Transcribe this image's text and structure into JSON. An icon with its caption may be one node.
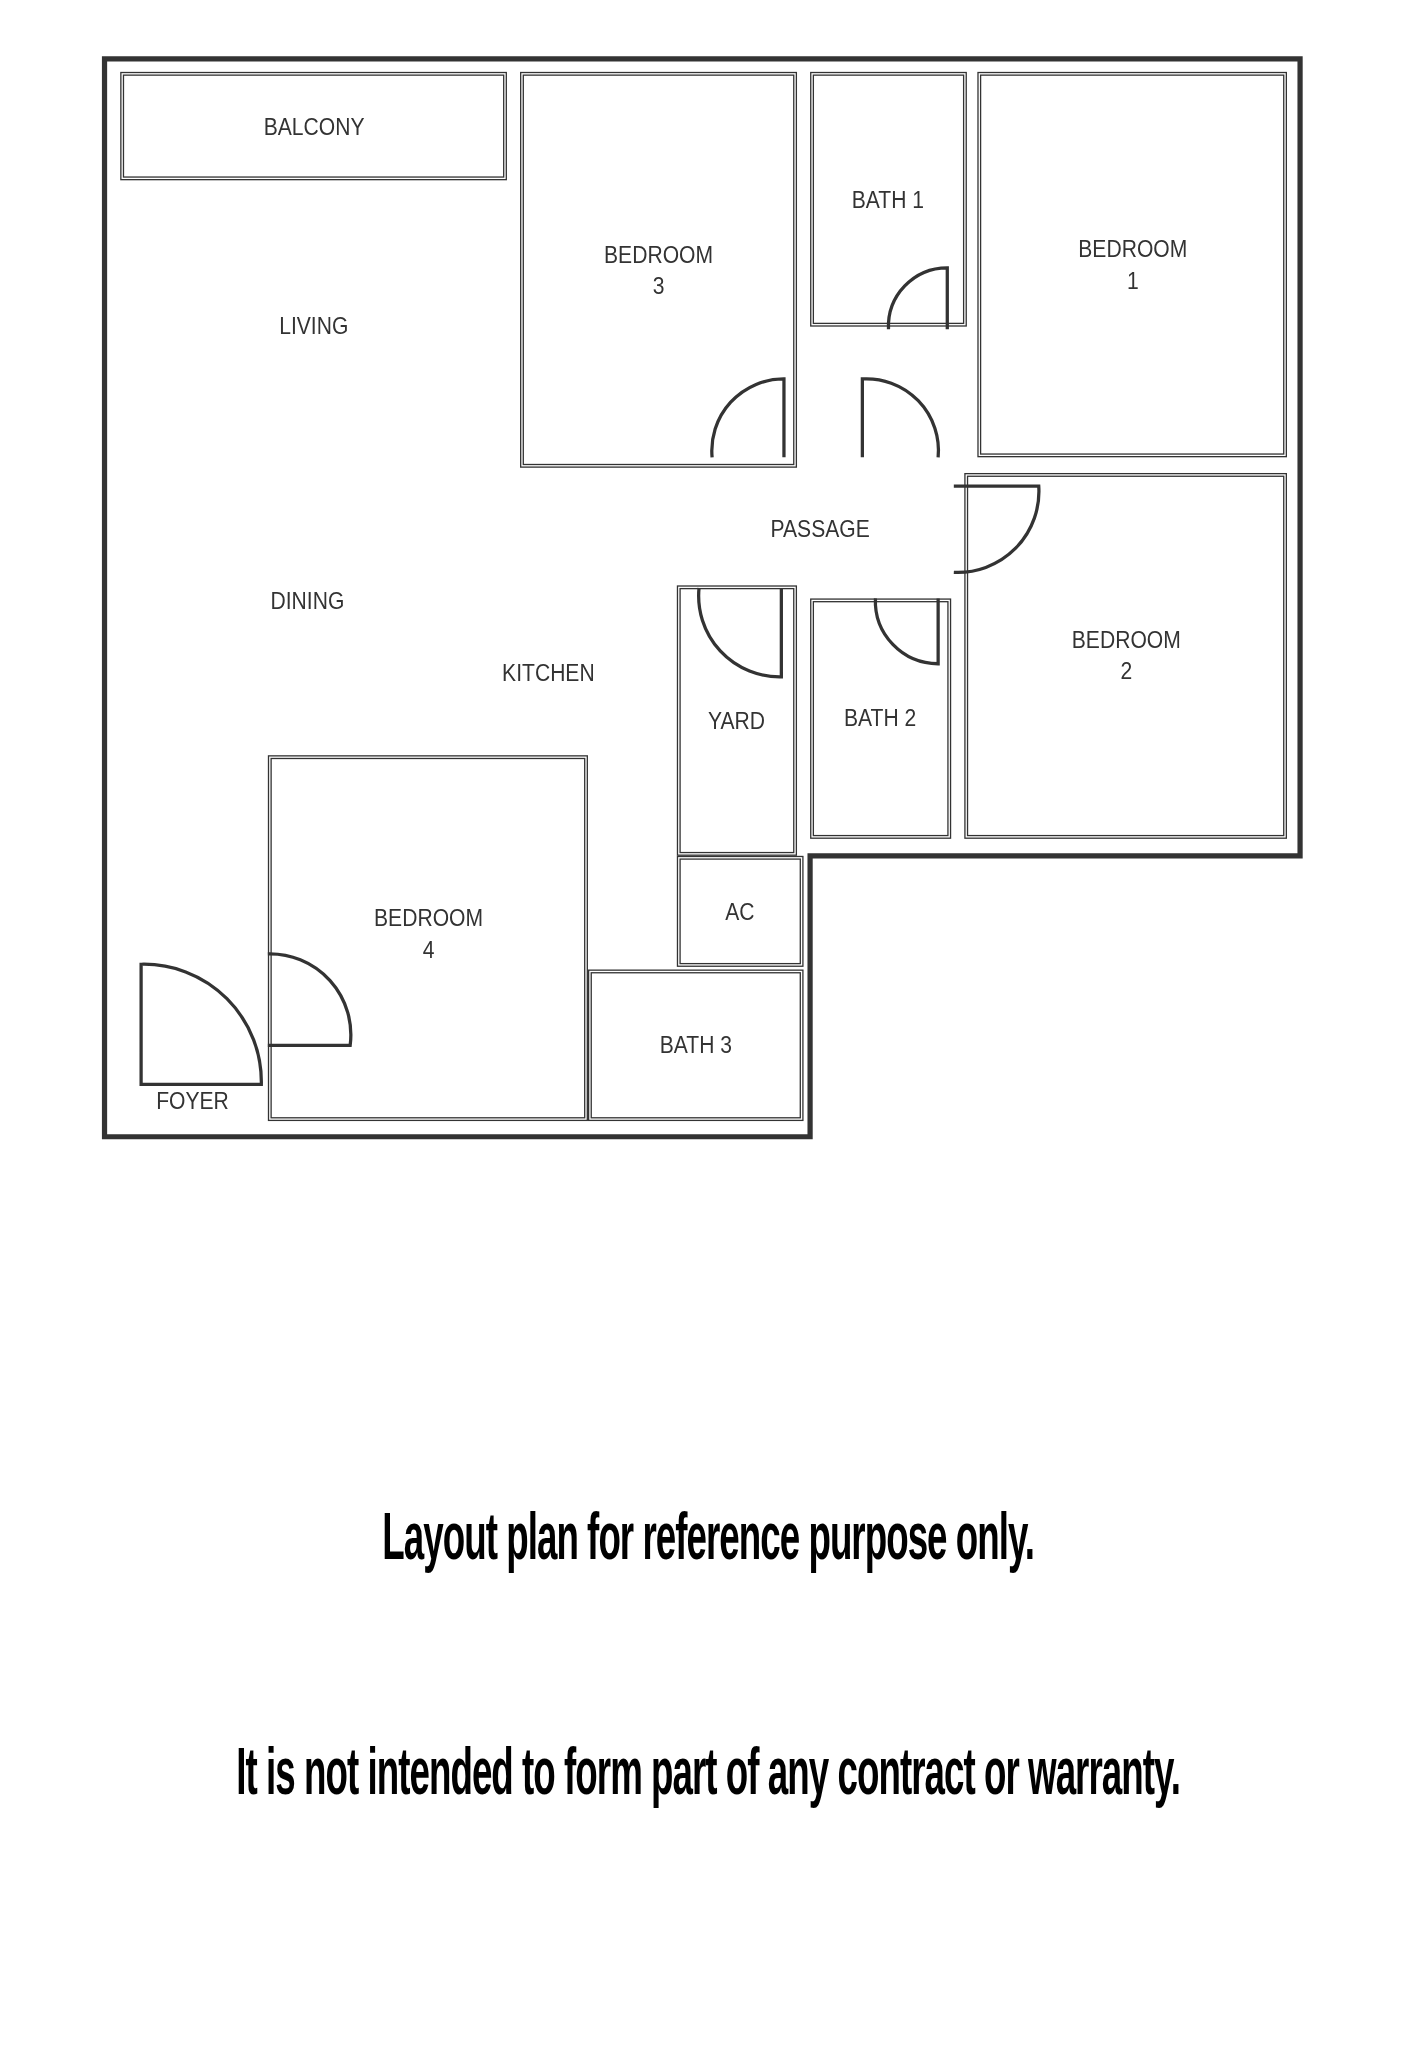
{
  "diagram": {
    "nodes": [
      {
        "text": [
          "BALCONY"
        ]
      },
      {
        "text": [
          "BEDROOM 3"
        ]
      },
      {
        "text": [
          "BATH 1"
        ]
      },
      {
        "text": [
          "BEDROOM 1"
        ]
      },
      {
        "text": [
          "LIVING"
        ]
      },
      {
        "text": [
          "PASSAGE"
        ]
      },
      {
        "text": [
          "DINING"
        ]
      },
      {
        "text": [
          "KITCHEN"
        ]
      },
      {
        "text": [
          "YARD"
        ]
      },
      {
        "text": [
          "BATH 2"
        ]
      },
      {
        "text": [
          "BEDROOM 2"
        ]
      },
      {
        "text": [
          "BEDROOM 4"
        ]
      },
      {
        "text": [
          "AC"
        ]
      },
      {
        "text": [
          "BATH 3"
        ]
      },
      {
        "text": [
          "FOYER"
        ]
      }
    ],
    "edges": [],
    "labels": [
      "Layout plan for reference purpose only.",
      "It is not intended to form part of any contract or warranty."
    ]
  }
}
